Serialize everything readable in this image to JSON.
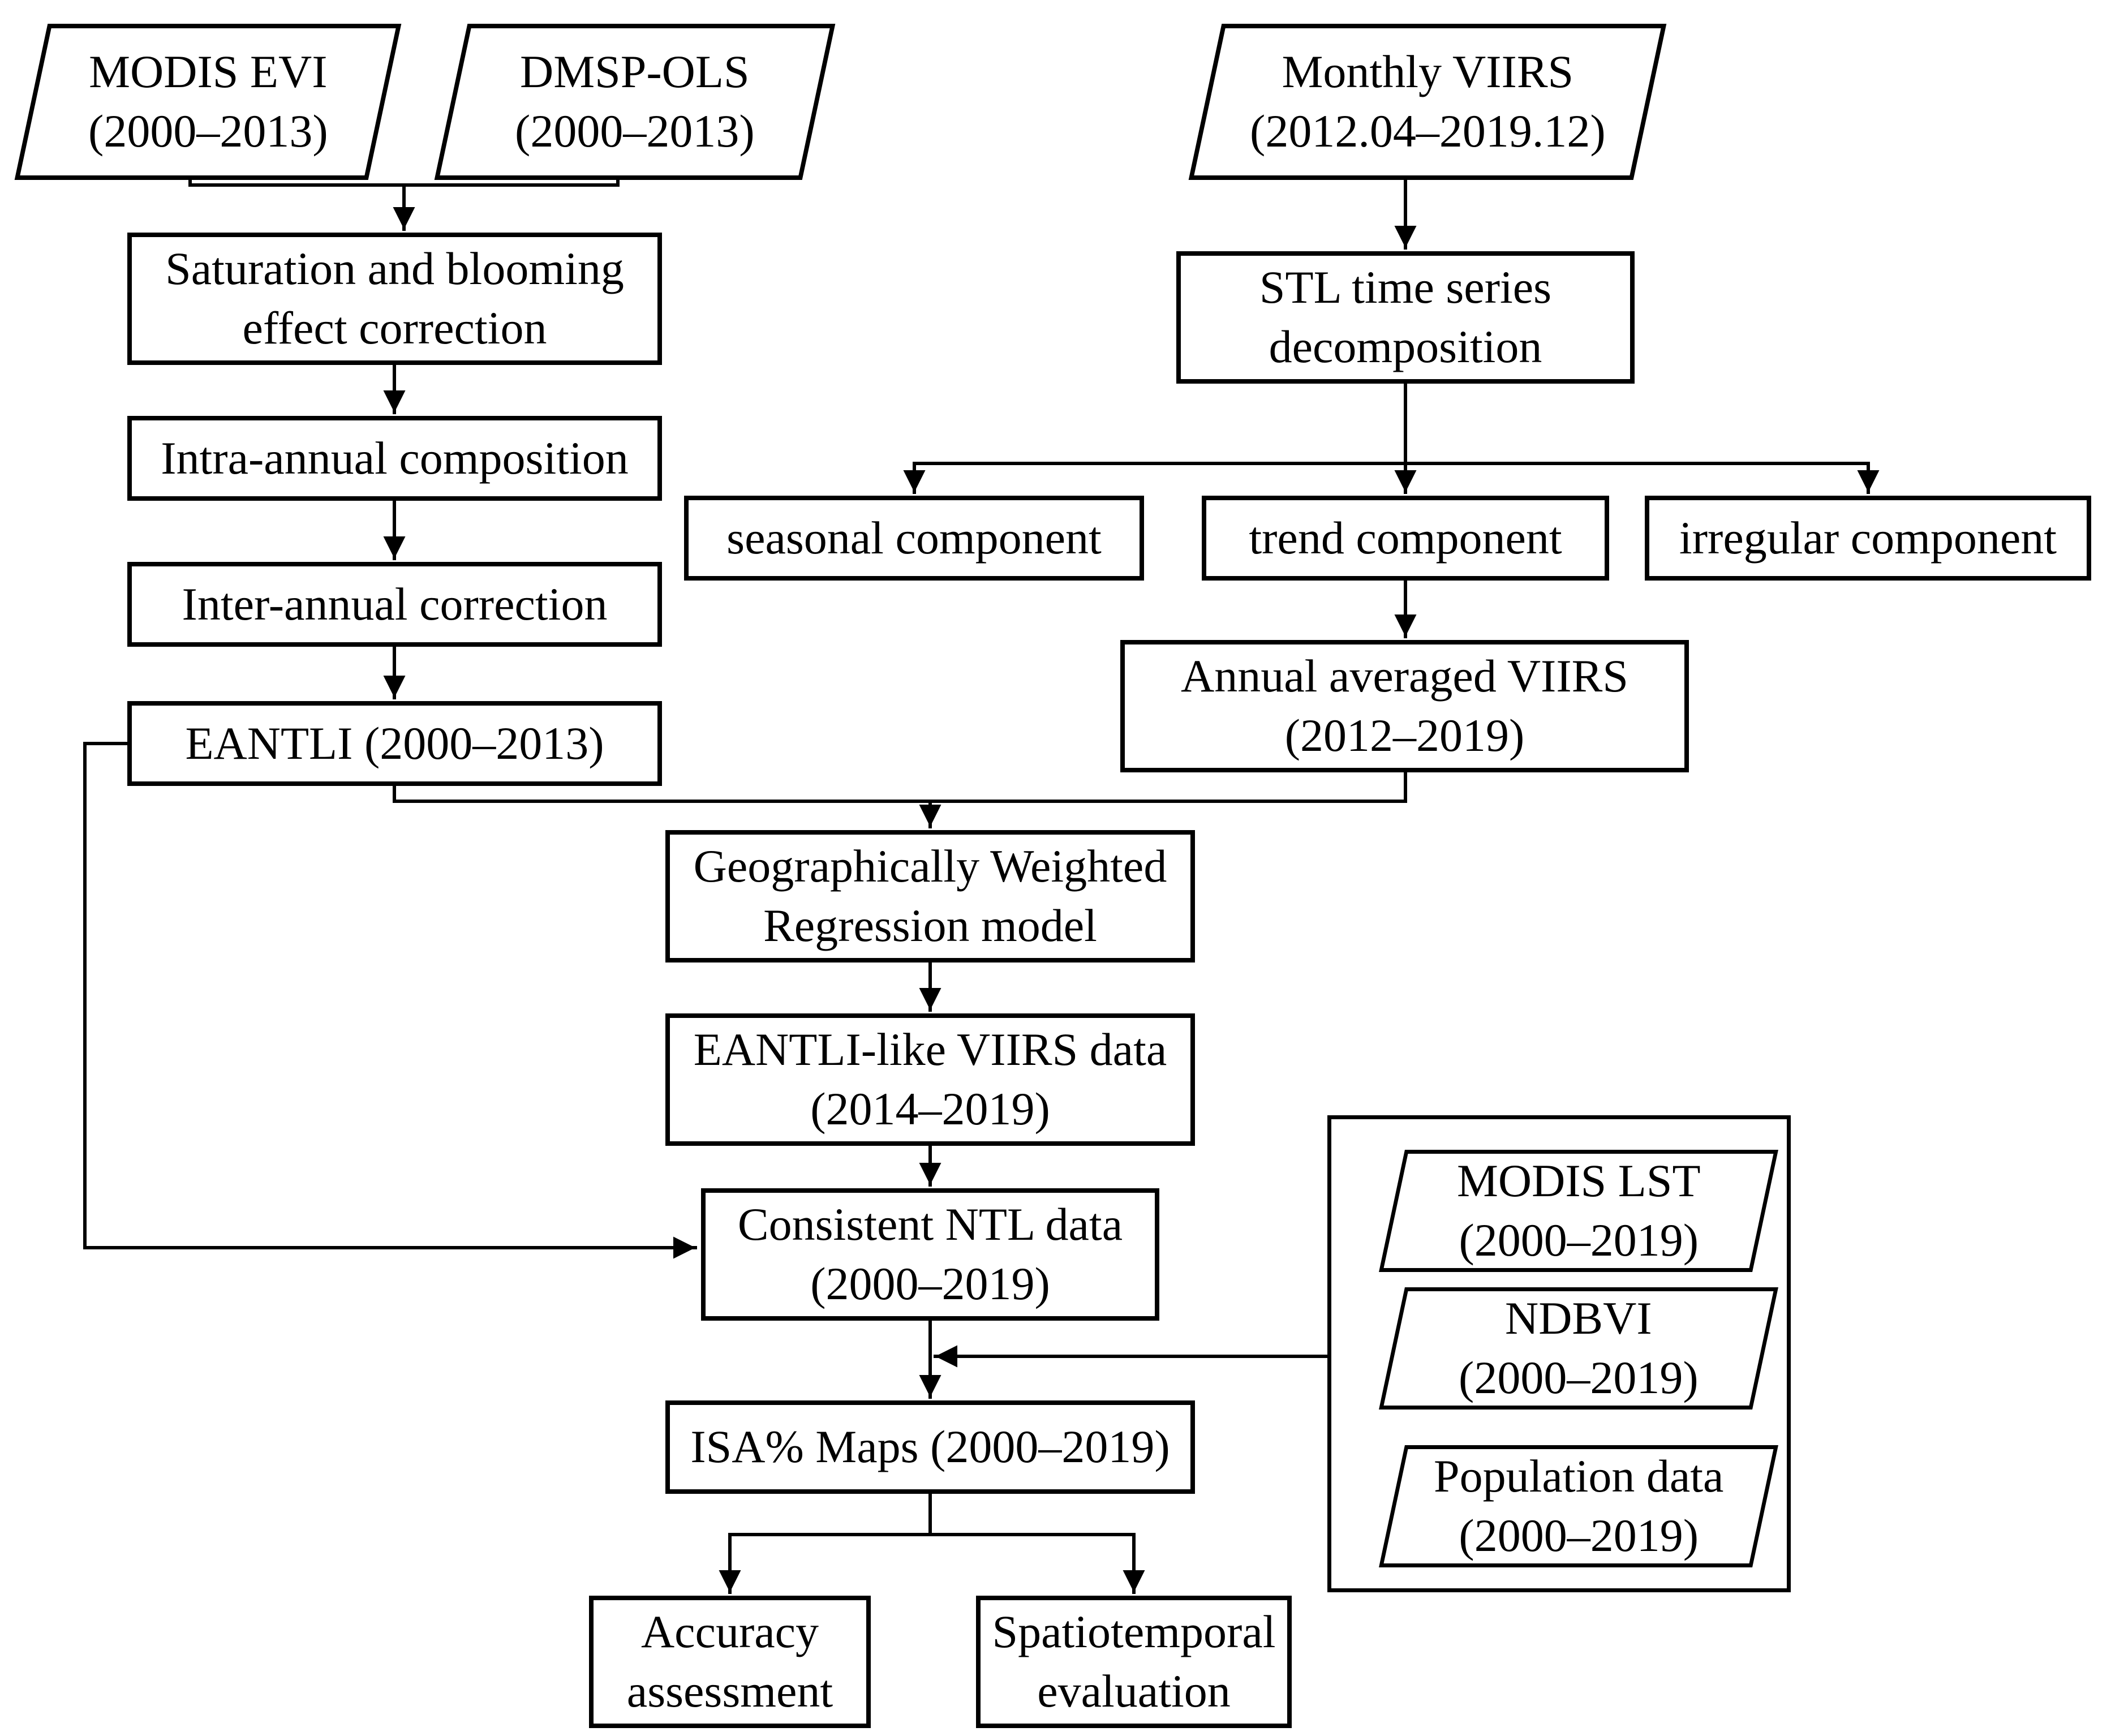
{
  "diagram": {
    "background_color": "#ffffff",
    "line_color": "#000000",
    "nodes": {
      "modis_evi": {
        "label": "MODIS EVI\n(2000–2013)",
        "shape": "parallelogram"
      },
      "dmsp_ols": {
        "label": "DMSP-OLS\n(2000–2013)",
        "shape": "parallelogram"
      },
      "monthly_viirs": {
        "label": "Monthly VIIRS\n(2012.04–2019.12)",
        "shape": "parallelogram"
      },
      "saturation": {
        "label": "Saturation and blooming\neffect correction",
        "shape": "rect"
      },
      "intra_annual": {
        "label": "Intra-annual composition",
        "shape": "rect"
      },
      "inter_annual": {
        "label": "Inter-annual correction",
        "shape": "rect"
      },
      "eantli": {
        "label": "EANTLI (2000–2013)",
        "shape": "rect"
      },
      "stl": {
        "label": "STL time series\ndecomposition",
        "shape": "rect"
      },
      "seasonal": {
        "label": "seasonal component",
        "shape": "rect"
      },
      "trend": {
        "label": "trend component",
        "shape": "rect"
      },
      "irregular": {
        "label": "irregular component",
        "shape": "rect"
      },
      "annual_viirs": {
        "label": "Annual averaged VIIRS\n(2012–2019)",
        "shape": "rect"
      },
      "gwr": {
        "label": "Geographically Weighted\nRegression model",
        "shape": "rect"
      },
      "eantli_like": {
        "label": "EANTLI-like VIIRS data\n(2014–2019)",
        "shape": "rect"
      },
      "consistent_ntl": {
        "label": "Consistent NTL data\n(2000–2019)",
        "shape": "rect"
      },
      "modis_lst": {
        "label": "MODIS LST\n(2000–2019)",
        "shape": "parallelogram"
      },
      "ndbvi": {
        "label": "NDBVI\n(2000–2019)",
        "shape": "parallelogram"
      },
      "population": {
        "label": "Population data\n(2000–2019)",
        "shape": "parallelogram"
      },
      "isa_maps": {
        "label": "ISA% Maps (2000–2019)",
        "shape": "rect"
      },
      "accuracy": {
        "label": "Accuracy\nassessment",
        "shape": "rect"
      },
      "spatiotemporal": {
        "label": "Spatiotemporal\nevaluation",
        "shape": "rect"
      }
    },
    "edges": [
      {
        "from": "modis_evi",
        "to": "saturation"
      },
      {
        "from": "dmsp_ols",
        "to": "saturation"
      },
      {
        "from": "saturation",
        "to": "intra_annual"
      },
      {
        "from": "intra_annual",
        "to": "inter_annual"
      },
      {
        "from": "inter_annual",
        "to": "eantli"
      },
      {
        "from": "eantli",
        "to": "consistent_ntl"
      },
      {
        "from": "eantli",
        "to": "gwr"
      },
      {
        "from": "monthly_viirs",
        "to": "stl"
      },
      {
        "from": "stl",
        "to": "seasonal"
      },
      {
        "from": "stl",
        "to": "trend"
      },
      {
        "from": "stl",
        "to": "irregular"
      },
      {
        "from": "trend",
        "to": "annual_viirs"
      },
      {
        "from": "annual_viirs",
        "to": "gwr"
      },
      {
        "from": "gwr",
        "to": "eantli_like"
      },
      {
        "from": "eantli_like",
        "to": "consistent_ntl"
      },
      {
        "from": "consistent_ntl",
        "to": "isa_maps"
      },
      {
        "from": "auxiliary_data_group",
        "to": "isa_maps"
      },
      {
        "from": "isa_maps",
        "to": "accuracy"
      },
      {
        "from": "isa_maps",
        "to": "spatiotemporal"
      }
    ]
  }
}
